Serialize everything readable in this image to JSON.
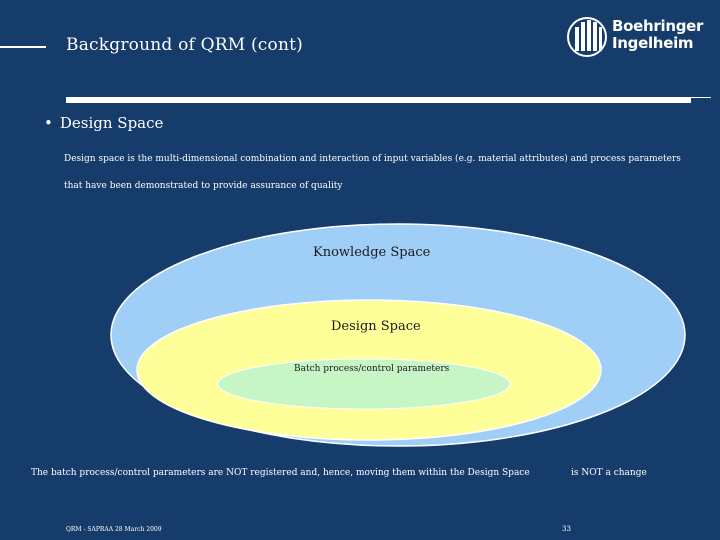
{
  "slide": {
    "title": "Background of QRM (cont)",
    "logo": {
      "line1": "Boehringer",
      "line2": "Ingelheim"
    },
    "bullet": "Design Space",
    "definition": "Design space is the multi-dimensional combination and interaction of input variables (e.g. material attributes) and process parameters that have been demonstrated to provide assurance of quality",
    "note_left": "The batch process/control parameters are NOT registered and, hence, moving them within the Design Space",
    "note_right": "is NOT a change",
    "footer": {
      "left": "QRM - SAPRAA 28 March 2009",
      "page": "33"
    }
  },
  "diagram": {
    "outer": {
      "label": "Knowledge Space",
      "color": "#9fcef7"
    },
    "middle": {
      "label": "Design Space",
      "color": "#ffff99"
    },
    "inner": {
      "label": "Batch process/control parameters",
      "color": "#c6f5c6"
    }
  },
  "colors": {
    "background": "#163c6b",
    "text": "#ffffff"
  }
}
